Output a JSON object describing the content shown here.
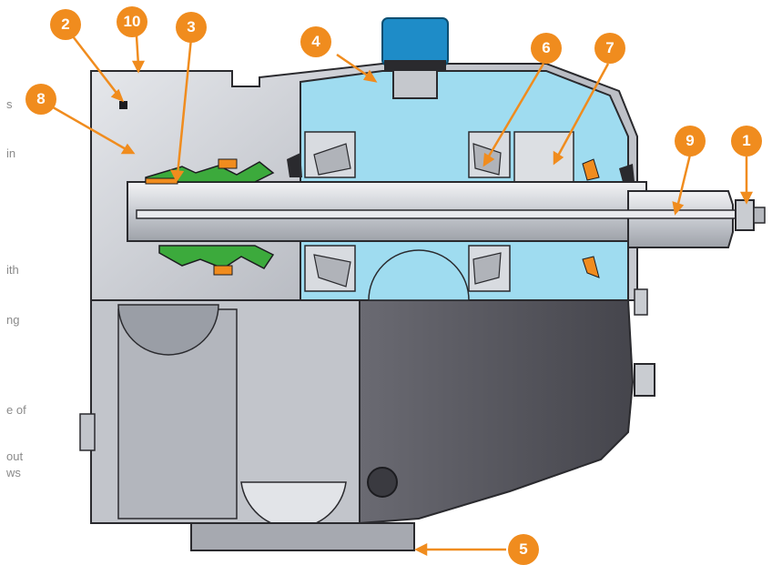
{
  "left_text_fragments": [
    "s",
    "in",
    "ith",
    "ng",
    "e of",
    "out",
    "ws"
  ],
  "callouts": [
    "1",
    "2",
    "3",
    "4",
    "5",
    "6",
    "7",
    "8",
    "9",
    "10"
  ],
  "colors": {
    "callout": "#f08c1e",
    "oil": "#9fdcf0",
    "housing_light": "#c6c9cf",
    "housing_dark": "#56565e",
    "shaft": "#d2d5da",
    "seal_green": "#3caa3c",
    "seal_orange": "#f08c1e",
    "cap_blue": "#1e8cc8"
  }
}
